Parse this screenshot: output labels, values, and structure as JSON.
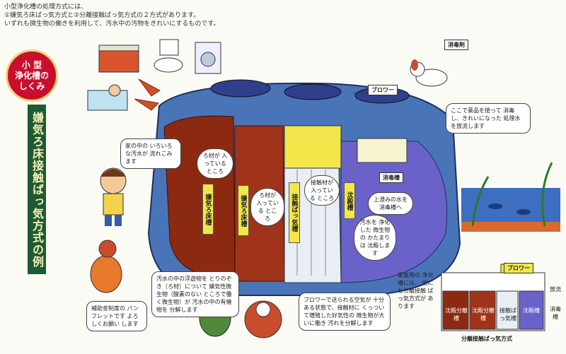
{
  "intro": {
    "line1": "小型浄化槽の処理方式には、",
    "line2": "①嫌気ろ床ばっ気方式と②分離接触ばっ気方式の２方式があります。",
    "line3": "いずれも微生物の働きを利用して、汚水中の汚物をきれいにするものです。"
  },
  "title": {
    "line1": "小 型",
    "line2": "浄化槽の",
    "line3": "しくみ"
  },
  "banner": "嫌気ろ床接触ばっ気方式の例",
  "bubbles": {
    "home_water": "家の中の いろいろな汚水が 流れこみます",
    "filter_a": "ろ材が 入っている ところ",
    "filter_b": "ろ材が 入っている ところ",
    "contact_media": "接触材が 入っている ところ",
    "sediment": "汚水を 浄化した 微生物の かたまりは 沈殿します",
    "supernatant": "上澄みの水を 消毒槽へ",
    "disinfect_note": "ここで薬品を使って 消毒し、きれいになった 処理水を放流します",
    "anaerobic_note": "汚水の中の浮遊物を とりのぞき（ろ材）について 嫌気性微生物（酸素のない ところで働く微生物）が 汚水の中の有機物を 分解します",
    "blower_note": "ブロワーで送られる空気が 十分ある状態で、接触材に くっついて増殖した好気性の 微生物が大いに働き 汚れを分解します",
    "home_tank_note": "家庭用の 浄化槽には、 他にも分離接触 ばっ気方式が あります",
    "subsidy_note": "補助金制度の パンフレットです よろしくお願い します"
  },
  "tanks": {
    "anaerobic1": "嫌気ろ床槽",
    "anaerobic2": "嫌気ろ床槽",
    "contact": "接触ばっ気槽",
    "settling": "沈殿槽",
    "disinfection": "消毒槽"
  },
  "labels": {
    "blower": "ブロワー",
    "disinfectant": "消毒剤",
    "inset_blower": "ブロワー",
    "inset_caption": "分離接触ばっ気方式",
    "inset_sep1": "沈殿分離槽",
    "inset_sep2": "沈殿分離槽",
    "inset_contact": "接触ばっ気槽",
    "inset_settle": "沈殿槽",
    "inset_disinfect": "消毒槽",
    "inset_discharge": "放流"
  },
  "colors": {
    "title_red": "#c8102e",
    "banner_green": "#1e5a33",
    "tank_brown": "#8b2a10",
    "tank_yellow": "#f2e64a",
    "tank_blue": "#6a62c8",
    "tank_shell": "#4a74b8"
  }
}
